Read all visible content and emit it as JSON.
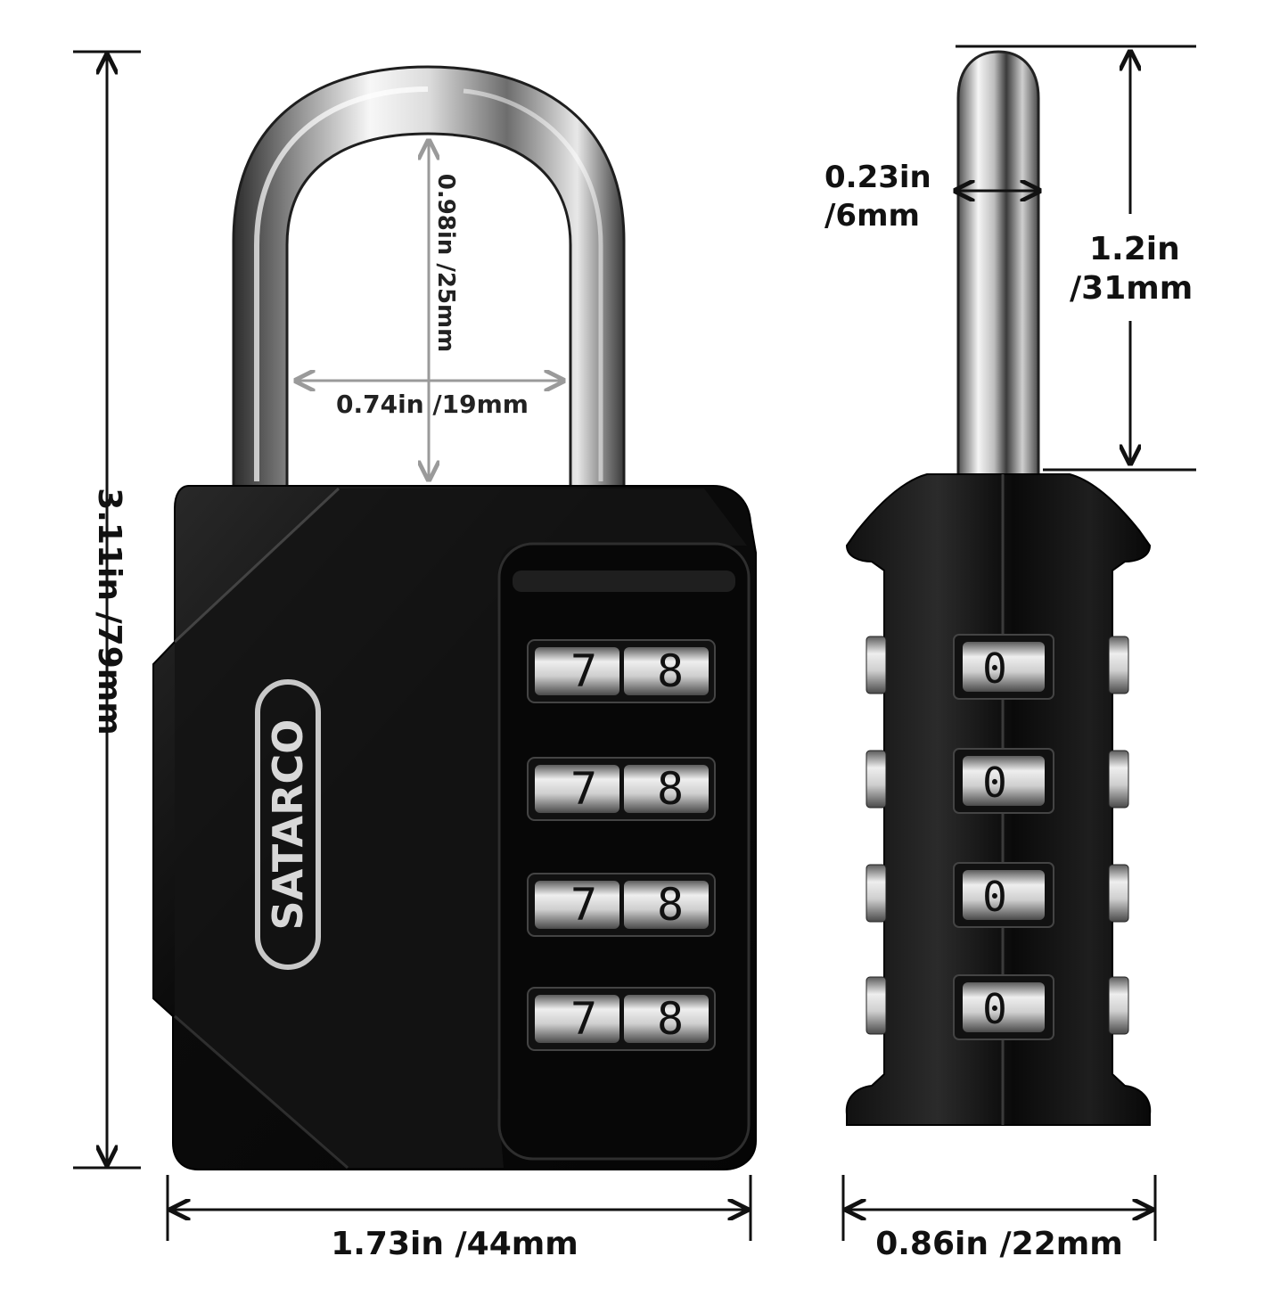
{
  "brand": {
    "name": "SATARCO"
  },
  "front_view": {
    "dial_rows": [
      {
        "left_digit": "7",
        "right_digit": "8"
      },
      {
        "left_digit": "7",
        "right_digit": "8"
      },
      {
        "left_digit": "7",
        "right_digit": "8"
      },
      {
        "left_digit": "7",
        "right_digit": "8"
      }
    ]
  },
  "side_view": {
    "dial_rows": [
      {
        "digit": "0"
      },
      {
        "digit": "0"
      },
      {
        "digit": "0"
      },
      {
        "digit": "0"
      }
    ]
  },
  "dimensions": {
    "total_height": "3.11in /79mm",
    "body_width": "1.73in /44mm",
    "shackle_clearance_height": "0.98in /25mm",
    "shackle_inner_width": "0.74in /19mm",
    "shackle_diameter_in": "0.23in",
    "shackle_diameter_mm": "/6mm",
    "shackle_height_in": "1.2in",
    "shackle_height_mm": "/31mm",
    "side_thickness": "0.86in /22mm"
  },
  "colors": {
    "lock_body": "#0b0b0b",
    "chrome_light": "#f2f2f2",
    "chrome_dark": "#3a3a3a",
    "dimension_line": "#111111"
  }
}
